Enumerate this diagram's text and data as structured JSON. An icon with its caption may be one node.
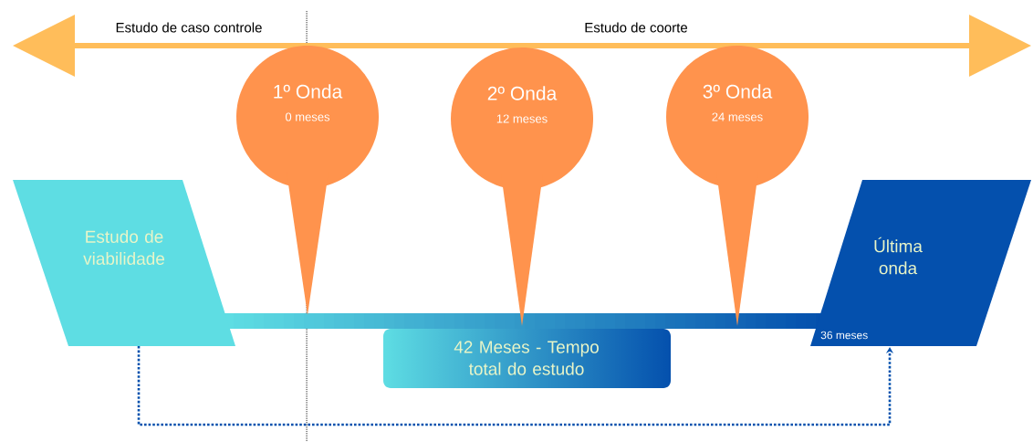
{
  "diagram": {
    "nodes": [
      {
        "text": [
          "Estudo de viabilidade"
        ]
      },
      {
        "text": [
          "1º Onda",
          "0 meses"
        ]
      },
      {
        "text": [
          "2º Onda",
          "12 meses"
        ]
      },
      {
        "text": [
          "3º Onda",
          "24 meses"
        ]
      },
      {
        "text": [
          "Última onda",
          "36 meses"
        ]
      },
      {
        "text": [
          "42 Meses - Tempo total do estudo"
        ]
      }
    ],
    "edges": [
      {
        "from": 0,
        "to": 4,
        "arrow": "to",
        "style": "dashed"
      }
    ],
    "labels": [
      "Estudo de caso controle",
      "Estudo de coorte"
    ]
  }
}
